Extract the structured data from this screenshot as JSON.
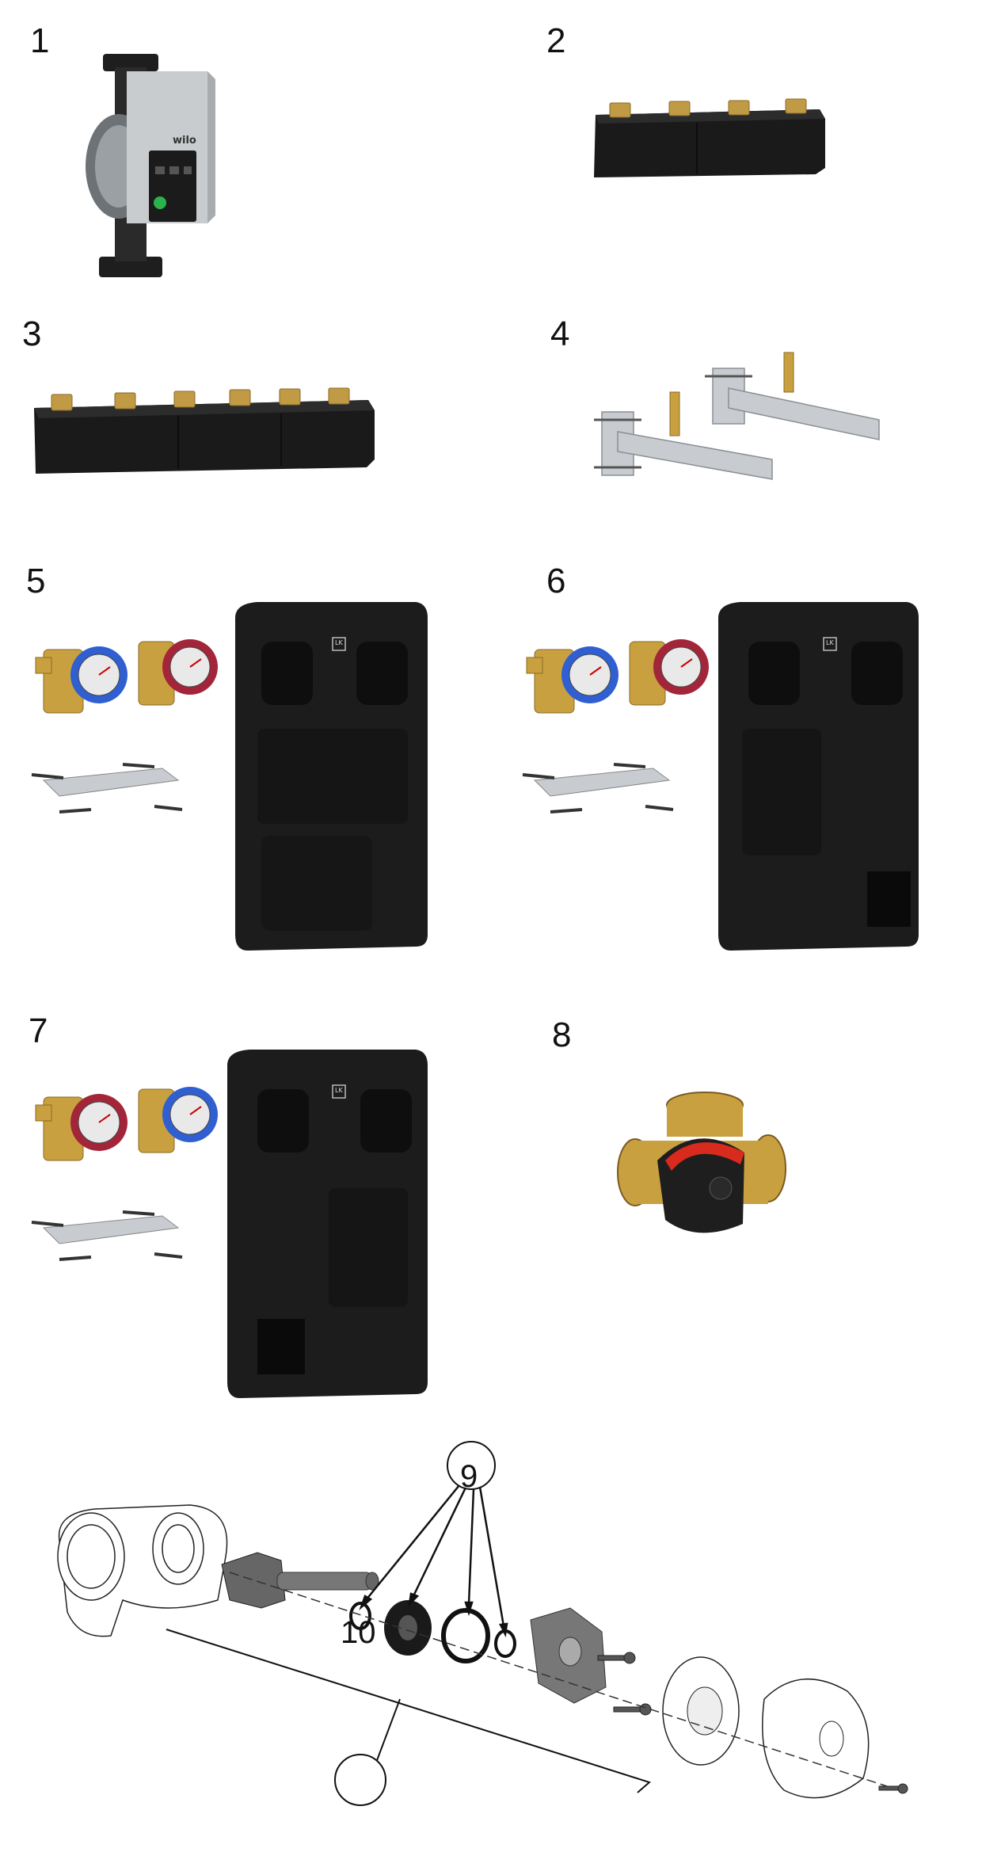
{
  "parts": [
    {
      "number": "1"
    },
    {
      "number": "2"
    },
    {
      "number": "3"
    },
    {
      "number": "4"
    },
    {
      "number": "5"
    },
    {
      "number": "6"
    },
    {
      "number": "7"
    },
    {
      "number": "8"
    }
  ],
  "callouts": {
    "seals": "9",
    "valve_body": "10"
  },
  "brands": {
    "pump": "wilo",
    "shell": "LK"
  },
  "colors": {
    "insulation": "#1c1c1c",
    "brass": "#c9a040",
    "steel": "#c8ccd0",
    "gauge_blue": "#2f5fd0",
    "gauge_red": "#a3253a",
    "actuator_red": "#d92a1e"
  }
}
